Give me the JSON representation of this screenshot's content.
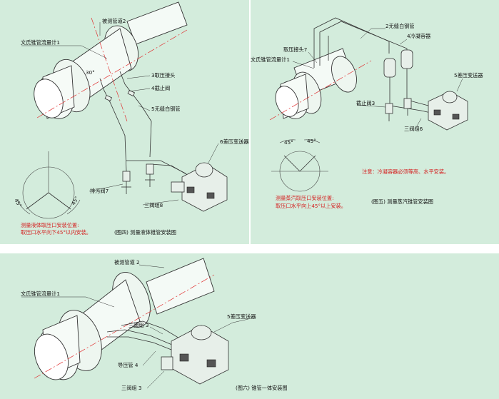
{
  "panel4": {
    "labels": {
      "pipe": "被测管道2",
      "meter": "文氏锥管流量计1",
      "angle30": "30°",
      "tap": "3取压接头",
      "valve": "4截止阀",
      "tube": "5无缝白钢管",
      "transmitter": "6差压变送器",
      "drain": "排污阀7",
      "manifold": "三阀组8",
      "angle_left": "45°",
      "angle_right": "45°"
    },
    "note_lines": [
      "测量液体取压口安装位置:",
      "取压口水平向下45°以内安装。"
    ],
    "caption": "(图四) 测量液体锥管安装图"
  },
  "panel5": {
    "labels": {
      "tube": "2无缝白钢管",
      "condenser": "4冷凝容器",
      "tap": "取压接头7",
      "meter": "文氏锥管流量计1",
      "transmitter": "5差压变送器",
      "valve": "截止阀3",
      "manifold": "三阀组6",
      "angle_left": "45°",
      "angle_right": "45°"
    },
    "note_lines": [
      "测量蒸汽取压口安装位置:",
      "取压口水平向上45°以上安装。"
    ],
    "caution": "注意：冷凝容器必须等高、水平安装。",
    "caption": "(图五) 测量蒸汽锥管安装图"
  },
  "panel6": {
    "labels": {
      "pipe": "被测管道 2",
      "meter": "文氏锥管流量计1",
      "transmitter": "5差压变送器",
      "manifold": "三阀组 3",
      "impulse": "导压管 4",
      "manifold2": "三阀组 3"
    },
    "caption": "(图六) 锥管一体安装图"
  },
  "colors": {
    "panel_bg": "#d3ecdc",
    "note_red": "#d42020",
    "centerline": "#e03030"
  }
}
